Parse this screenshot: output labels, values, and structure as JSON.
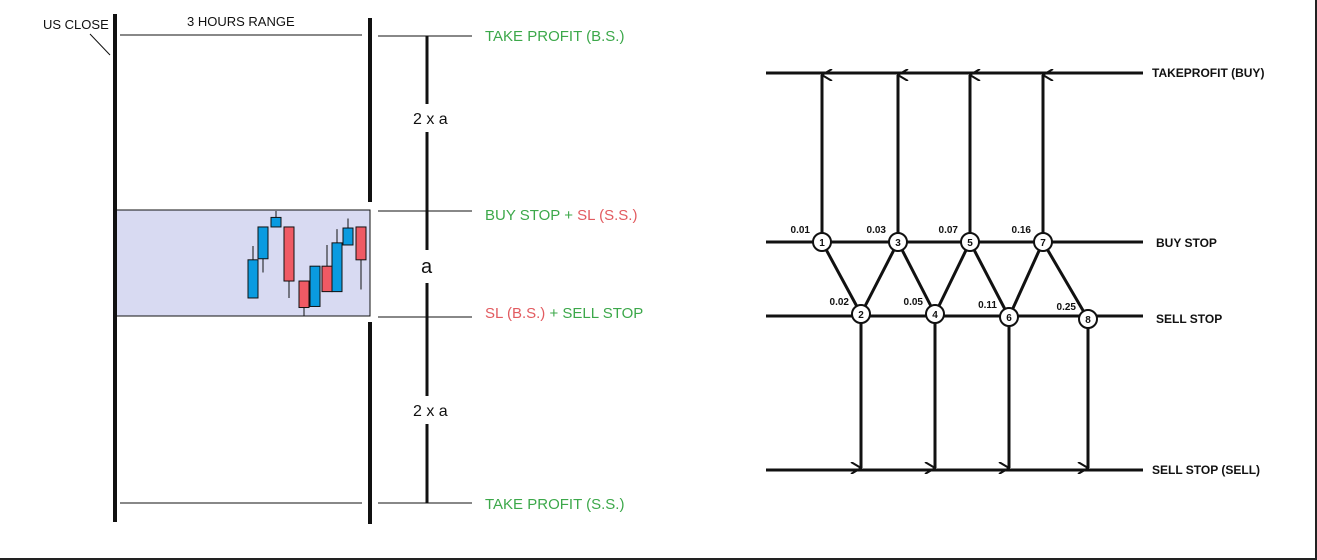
{
  "left": {
    "us_close": "US CLOSE",
    "range_label": "3 HOURS RANGE",
    "take_profit_bs": "TAKE PROFIT (B.S.)",
    "buy_stop": "BUY STOP",
    "plus": " + ",
    "sl_ss": "SL (S.S.)",
    "sl_bs": "SL (B.S.)",
    "sell_stop": "SELL STOP",
    "take_profit_ss": "TAKE PROFIT (S.S.)",
    "two_a_top": "2 x a",
    "a": "a",
    "two_a_bottom": "2 x a",
    "colors": {
      "green": "#3ca84a",
      "red": "#e25b60",
      "up": "#0a9be0",
      "down": "#ef5a64",
      "range_fill": "#d8daf2"
    },
    "candles": [
      {
        "o": 17,
        "h": 66,
        "l": 17,
        "c": 53
      },
      {
        "o": 54,
        "h": 84,
        "l": 41,
        "c": 84
      },
      {
        "o": 84,
        "h": 99,
        "l": 84,
        "c": 93
      },
      {
        "o": 84,
        "h": 84,
        "l": 17,
        "c": 33
      },
      {
        "o": 33,
        "h": 33,
        "l": 0,
        "c": 8
      },
      {
        "o": 9,
        "h": 47,
        "l": 9,
        "c": 47
      },
      {
        "o": 47,
        "h": 67,
        "l": 23,
        "c": 23
      },
      {
        "o": 23,
        "h": 82,
        "l": 23,
        "c": 69
      },
      {
        "o": 67,
        "h": 92,
        "l": 67,
        "c": 83
      },
      {
        "o": 84,
        "h": 84,
        "l": 25,
        "c": 53
      }
    ]
  },
  "right": {
    "takeprofit_buy": "TAKEPROFIT (BUY)",
    "buy_stop": "BUY STOP",
    "sell_stop": "SELL STOP",
    "sell_stop_sell": "SELL STOP (SELL)",
    "nodes": [
      {
        "n": "1",
        "lot": "0.01"
      },
      {
        "n": "2",
        "lot": "0.02"
      },
      {
        "n": "3",
        "lot": "0.03"
      },
      {
        "n": "4",
        "lot": "0.05"
      },
      {
        "n": "5",
        "lot": "0.07"
      },
      {
        "n": "6",
        "lot": "0.11"
      },
      {
        "n": "7",
        "lot": "0.16"
      },
      {
        "n": "8",
        "lot": "0.25"
      }
    ]
  }
}
